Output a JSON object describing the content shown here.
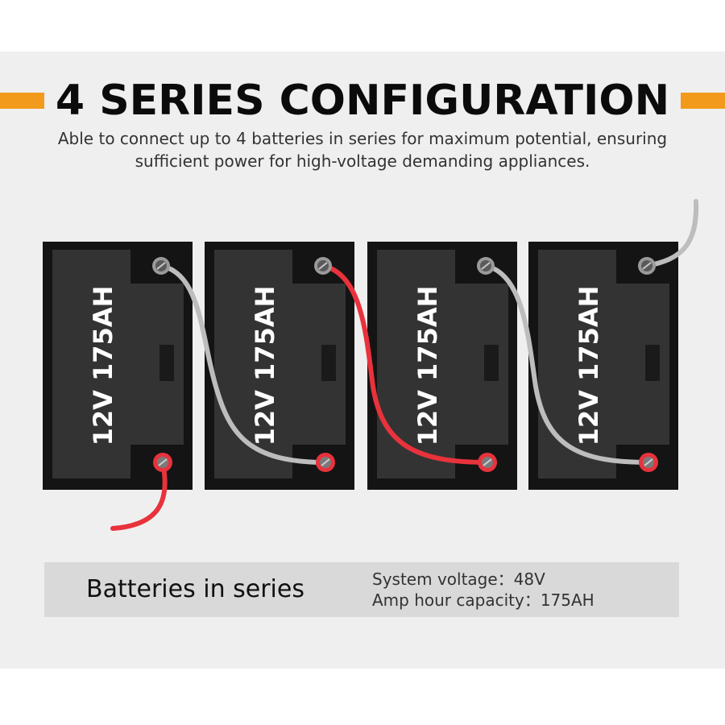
{
  "header": {
    "title": "4 SERIES CONFIGURATION",
    "subtitle": "Able to connect up to 4 batteries in series for maximum potential, ensuring sufficient power for high-voltage demanding appliances."
  },
  "batteries": [
    {
      "label": "12V 175AH"
    },
    {
      "label": "12V 175AH"
    },
    {
      "label": "12V 175AH"
    },
    {
      "label": "12V 175AH"
    }
  ],
  "info": {
    "heading": "Batteries in series",
    "system_voltage": "System voltage：48V",
    "amp_hour_capacity": "Amp hour capacity：175AH"
  },
  "colors": {
    "accent": "#f19a1b",
    "battery_body": "#141414",
    "battery_face": "#333333",
    "positive_wire": "#e8323c",
    "negative_wire": "#bdbdbd"
  }
}
